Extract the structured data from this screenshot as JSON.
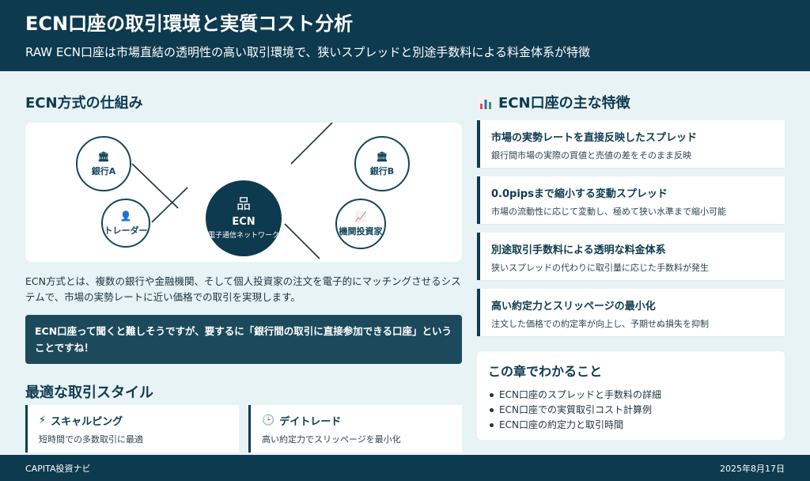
{
  "header": {
    "title": "ECN口座の取引環境と実質コスト分析",
    "subtitle": "RAW ECN口座は市場直結の透明性の高い取引環境で、狭いスプレッドと別途手数料による料金体系が特徴"
  },
  "mechanism": {
    "title": "ECN方式の仕組み",
    "nodes": {
      "bank_a": "銀行A",
      "bank_b": "銀行B",
      "trader": "トレーダー",
      "institution": "機関投資家",
      "hub_title": "ECN",
      "hub_subtitle": "電子通信ネットワーク"
    },
    "description": "ECN方式とは、複数の銀行や金融機関、そして個人投資家の注文を電子的にマッチングさせるシステムで、市場の実勢レートに近い価格での取引を実現します。",
    "callout": "ECN口座って聞くと難しそうですが、要するに「銀行間の取引に直接参加できる口座」ということですね！"
  },
  "trading_styles": {
    "title": "最適な取引スタイル",
    "items": [
      {
        "title": "スキャルピング",
        "desc": "短時間での多数取引に最適",
        "icon": "lightning-icon"
      },
      {
        "title": "デイトレード",
        "desc": "高い約定力でスリッページを最小化",
        "icon": "clock-icon"
      }
    ]
  },
  "features": {
    "title": "ECN口座の主な特徴",
    "items": [
      {
        "title": "市場の実勢レートを直接反映したスプレッド",
        "desc": "銀行間市場の実際の買値と売値の差をそのまま反映"
      },
      {
        "title": "0.0pipsまで縮小する変動スプレッド",
        "desc": "市場の流動性に応じて変動し、極めて狭い水準まで縮小可能"
      },
      {
        "title": "別途取引手数料による透明な料金体系",
        "desc": "狭いスプレッドの代わりに取引量に応じた手数料が発生"
      },
      {
        "title": "高い約定力とスリッページの最小化",
        "desc": "注文した価格での約定率が向上し、予期せぬ損失を抑制"
      }
    ]
  },
  "summary": {
    "title": "この章でわかること",
    "items": [
      "ECN口座のスプレッドと手数料の詳細",
      "ECN口座での実質取引コスト計算例",
      "ECN口座の約定力と取引時間"
    ]
  },
  "footer": {
    "brand": "CAPITA投資ナビ",
    "date": "2025年8月17日"
  },
  "colors": {
    "primary": "#0e3a4f",
    "background": "#e8f3f6",
    "accent_bar": "#1c4a5c"
  }
}
